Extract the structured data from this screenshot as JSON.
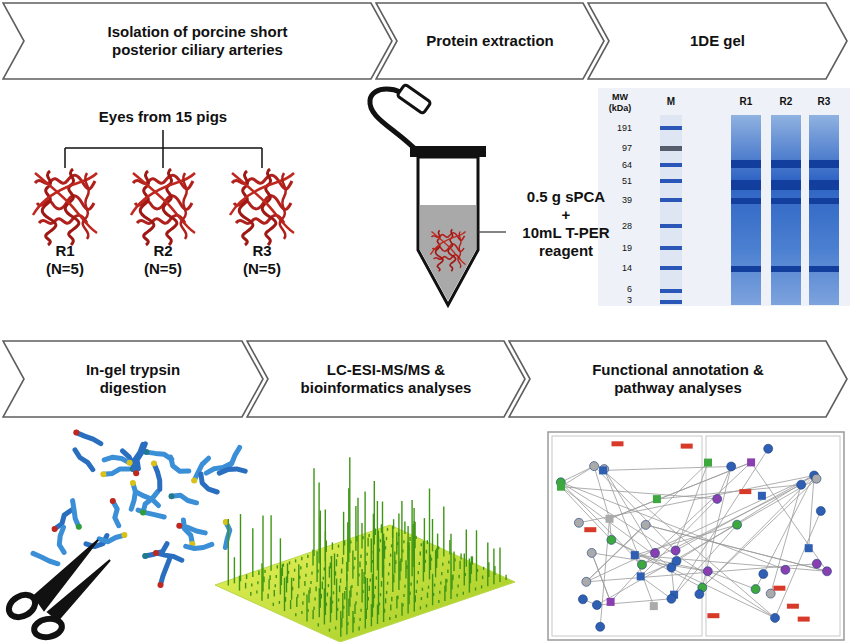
{
  "diagram": {
    "nodes": [
      {
        "text": [
          "Isolation of porcine short posterior ciliary arteries"
        ]
      },
      {
        "text": [
          "Protein extraction"
        ]
      },
      {
        "text": [
          "1DE gel"
        ]
      },
      {
        "text": [
          "In-gel trypsin digestion"
        ]
      },
      {
        "text": [
          "LC-ESI-MS/MS & bioinformatics analyses"
        ]
      },
      {
        "text": [
          "Functional annotation & pathway analyses"
        ]
      }
    ],
    "labels": [
      "Eyes from 15 pigs",
      "R1",
      "(N=5)",
      "R2",
      "(N=5)",
      "R3",
      "(N=5)",
      "0.5 g sPCA",
      "+",
      "10mL T-PER",
      "reagent",
      "MW",
      "(kDa)",
      "M",
      "R1",
      "R2",
      "R3",
      "191",
      "97",
      "64",
      "51",
      "39",
      "28",
      "19",
      "14",
      "6",
      "3"
    ]
  }
}
